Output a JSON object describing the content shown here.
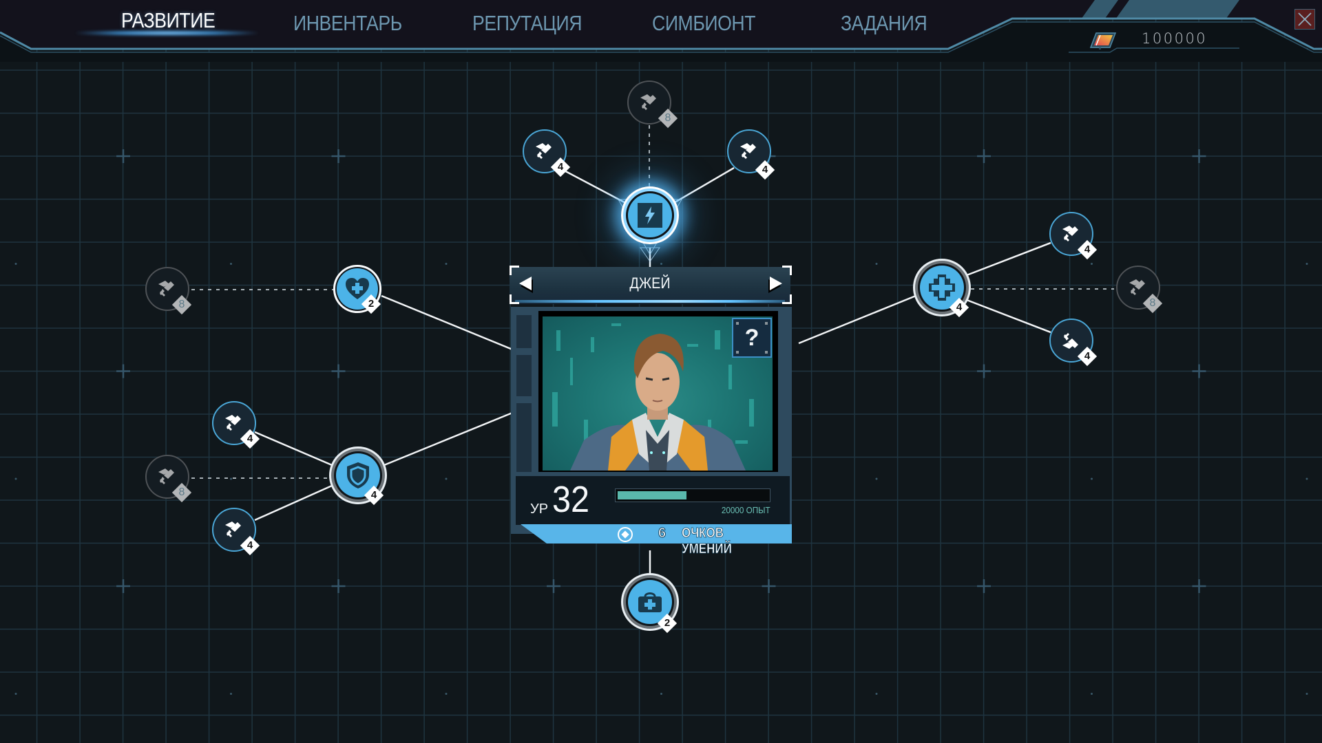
{
  "header": {
    "tabs": [
      {
        "label": "РАЗВИТИЕ",
        "active": true
      },
      {
        "label": "ИНВЕНТАРЬ",
        "active": false
      },
      {
        "label": "РЕПУТАЦИЯ",
        "active": false
      },
      {
        "label": "СИМБИОНТ",
        "active": false
      },
      {
        "label": "ЗАДАНИЯ",
        "active": false
      }
    ],
    "currency": {
      "icon": "credit-card-icon",
      "value": "100000"
    },
    "close_icon": "close-icon"
  },
  "character": {
    "name": "ДЖЕЙ",
    "prev_icon": "arrow-left-icon",
    "next_icon": "arrow-right-icon",
    "help_label": "?",
    "level_label": "УР",
    "level": "32",
    "xp_text": "20000 ОПЫТ",
    "xp_fill_percent": 46,
    "skill_points": "6",
    "skill_points_label": "ОЧКОВ УМЕНИЙ"
  },
  "skill_tree": {
    "branches": [
      {
        "id": "energy",
        "icon": "lightning-icon",
        "cost": null,
        "state": "active",
        "children": [
          {
            "icon": "sword-icon",
            "cost": "4",
            "state": "available"
          },
          {
            "icon": "sword-icon",
            "cost": "4",
            "state": "available"
          },
          {
            "icon": "sword-icon",
            "cost": "8",
            "state": "locked"
          }
        ]
      },
      {
        "id": "heart",
        "icon": "heart-plus-icon",
        "cost": "2",
        "state": "available",
        "children": [
          {
            "icon": "sword-icon",
            "cost": "8",
            "state": "locked"
          }
        ]
      },
      {
        "id": "shield",
        "icon": "shield-icon",
        "cost": "4",
        "state": "available",
        "children": [
          {
            "icon": "sword-icon",
            "cost": "4",
            "state": "available"
          },
          {
            "icon": "sword-icon",
            "cost": "8",
            "state": "locked"
          },
          {
            "icon": "sword-icon",
            "cost": "4",
            "state": "available"
          }
        ]
      },
      {
        "id": "heal",
        "icon": "cross-icon",
        "cost": "4",
        "state": "available",
        "children": [
          {
            "icon": "sword-icon",
            "cost": "4",
            "state": "available"
          },
          {
            "icon": "sword-icon",
            "cost": "8",
            "state": "locked"
          },
          {
            "icon": "sword-icon",
            "cost": "4",
            "state": "available"
          }
        ]
      },
      {
        "id": "medkit",
        "icon": "medkit-icon",
        "cost": "2",
        "state": "available",
        "children": []
      }
    ]
  },
  "colors": {
    "background": "#10171b",
    "grid": "#1f3440",
    "accent": "#4cb3e8",
    "header_bg": "#13121c",
    "header_border": "#4f8aa6",
    "xp_fill": "#5ab8ac",
    "close_bg": "#5a1f1f"
  }
}
